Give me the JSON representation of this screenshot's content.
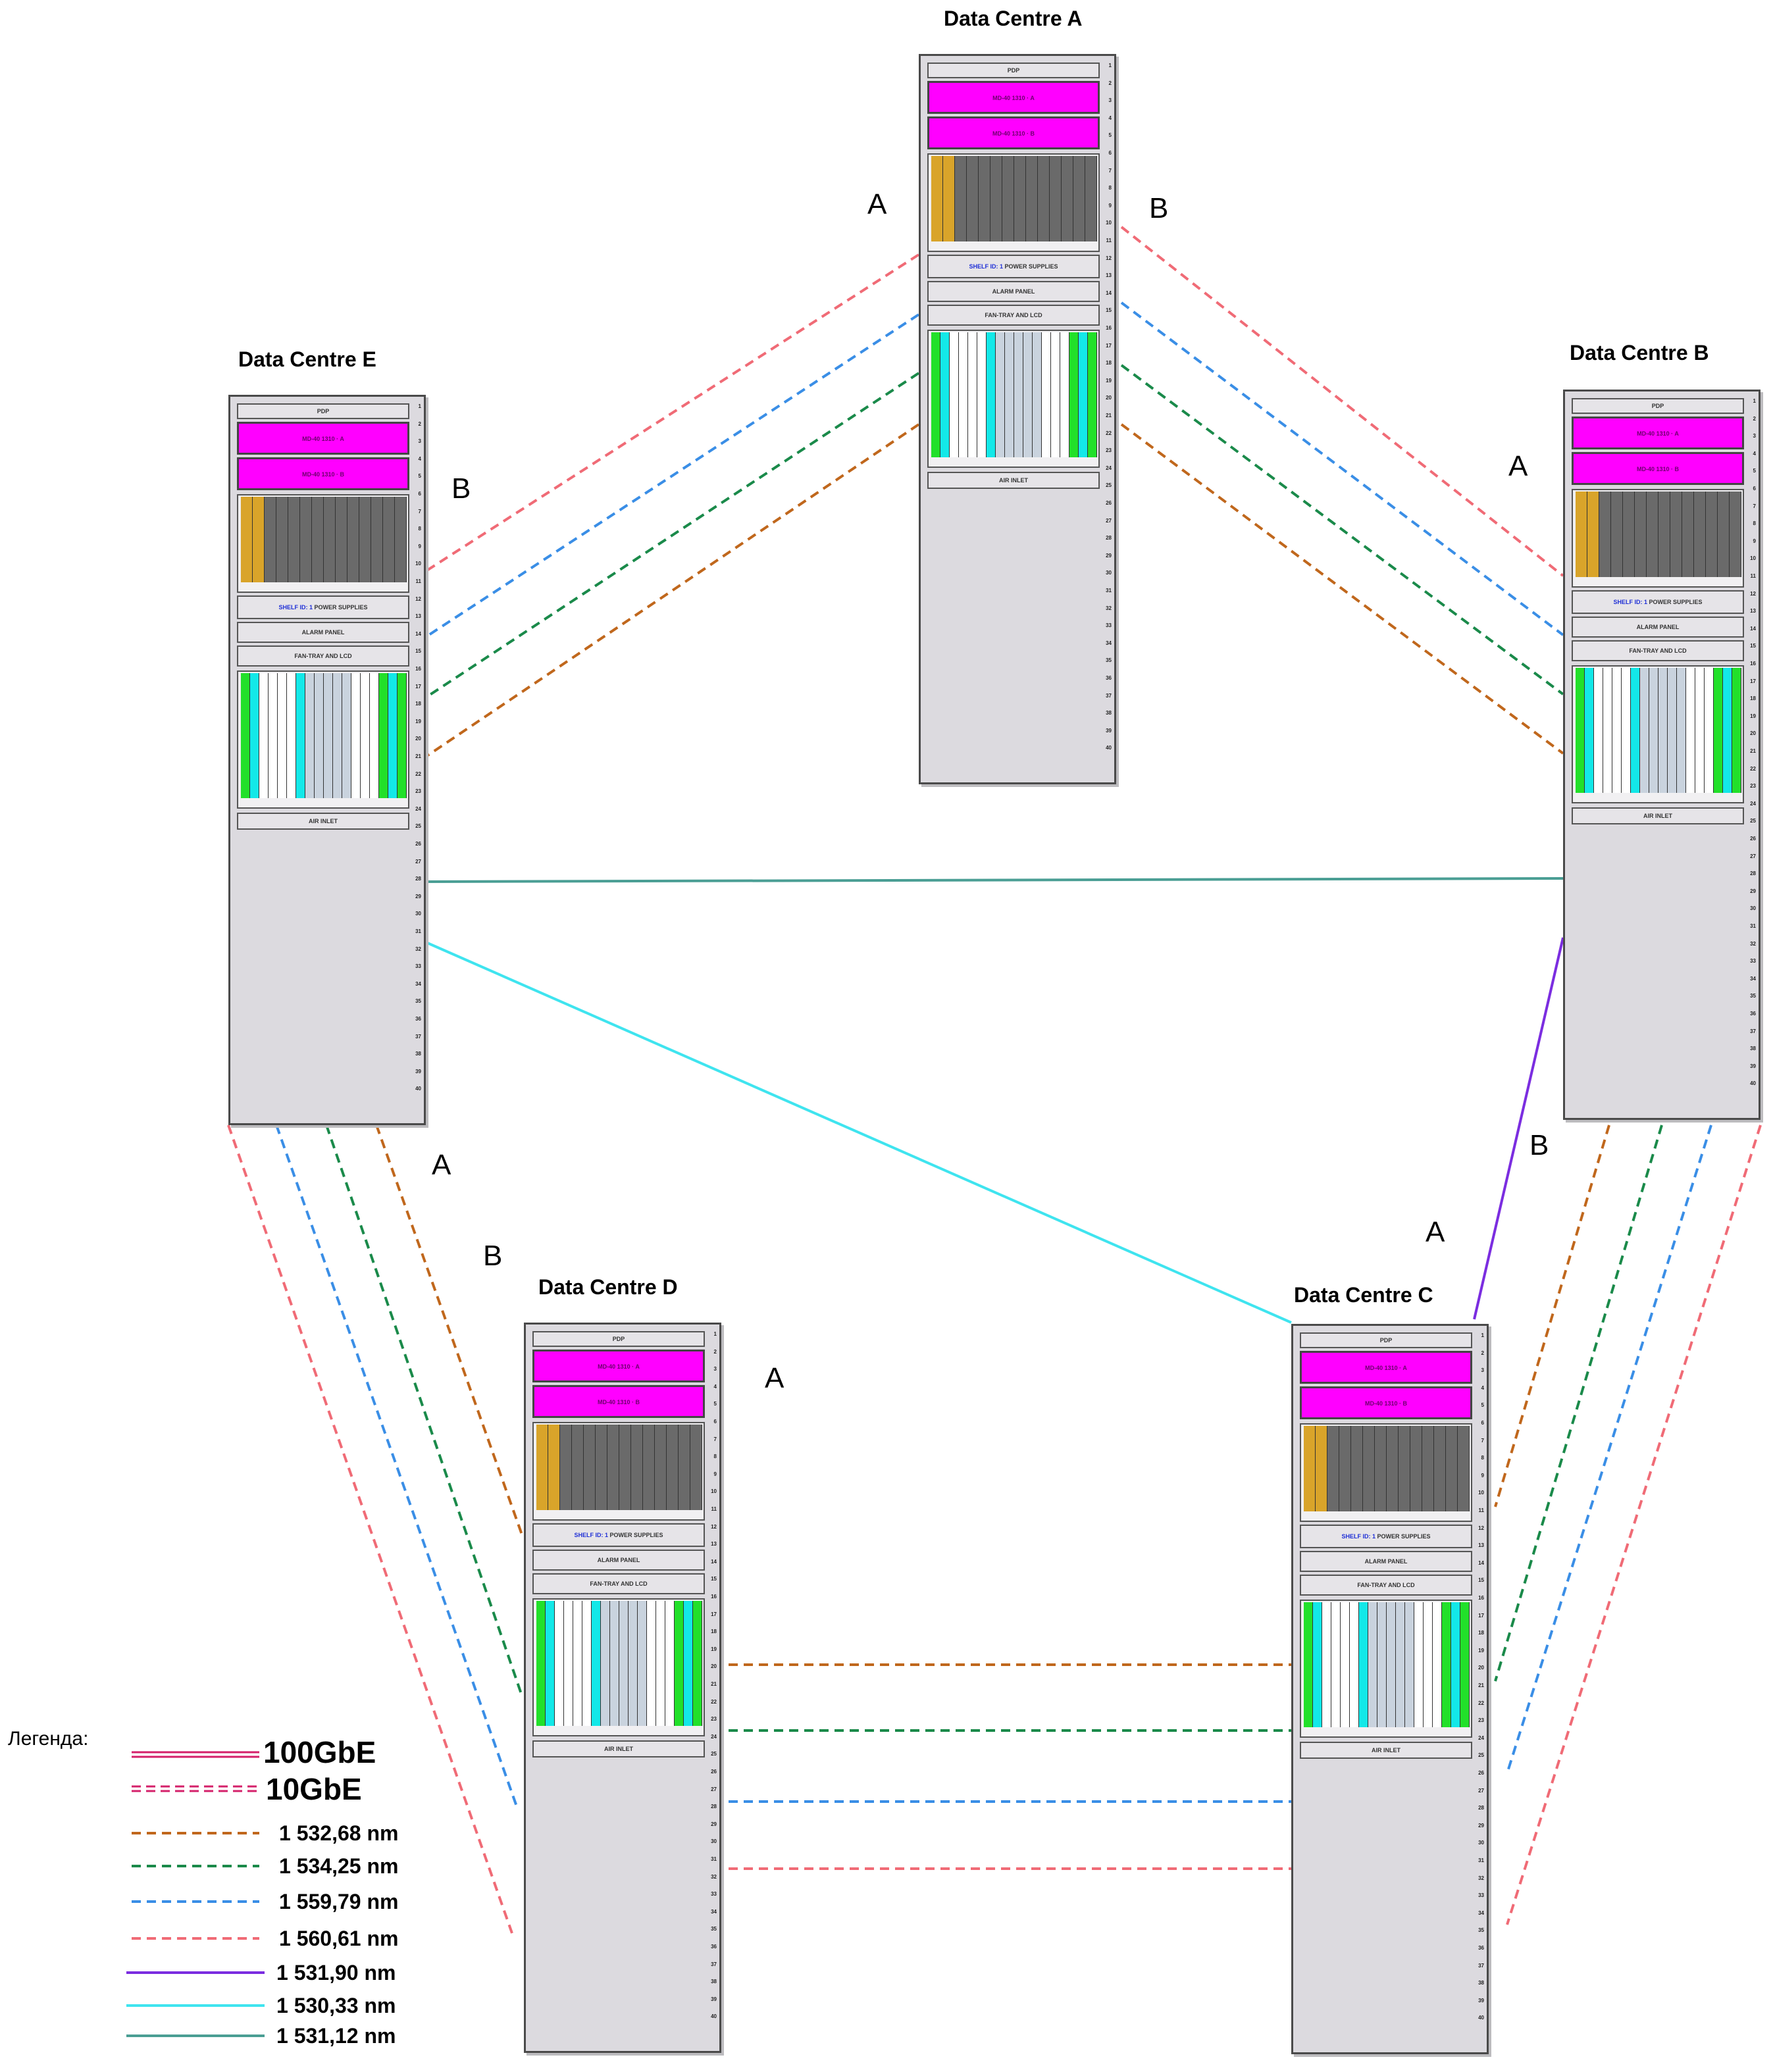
{
  "racks": [
    {
      "title": "Data Centre A"
    },
    {
      "title": "Data Centre B"
    },
    {
      "title": "Data Centre C"
    },
    {
      "title": "Data Centre D"
    },
    {
      "title": "Data Centre E"
    }
  ],
  "side_labels": {
    "a": "A",
    "b": "B"
  },
  "rack_panel": {
    "pdp": "PDP",
    "md_a": "MD-40 1310 · A",
    "md_b": "MD-40 1310 · B",
    "shelf_id": "SHELF ID: 1",
    "power_supplies": "POWER SUPPLIES",
    "alarm_panel": "ALARM PANEL",
    "fan_tray": "FAN-TRAY AND LCD",
    "air_inlet": "AIR INLET"
  },
  "legend": {
    "title": "Легенда:",
    "types": [
      {
        "label": "100GbE",
        "color": "#d4206a",
        "style": "solid"
      },
      {
        "label": "10GbE",
        "color": "#d4206a",
        "style": "dashed"
      }
    ],
    "wavelengths": [
      {
        "label": "1 532,68 nm",
        "color": "#c0671c",
        "style": "dashed"
      },
      {
        "label": "1 534,25 nm",
        "color": "#1a8a4a",
        "style": "dashed"
      },
      {
        "label": "1 559,79 nm",
        "color": "#3a8ee6",
        "style": "dashed"
      },
      {
        "label": "1 560,61 nm",
        "color": "#f06b76",
        "style": "dashed"
      },
      {
        "label": "1 531,90 nm",
        "color": "#7b2de0",
        "style": "solid"
      },
      {
        "label": "1 530,33 nm",
        "color": "#3fe4ef",
        "style": "solid"
      },
      {
        "label": "1 531,12 nm",
        "color": "#4a9e94",
        "style": "solid"
      }
    ]
  }
}
